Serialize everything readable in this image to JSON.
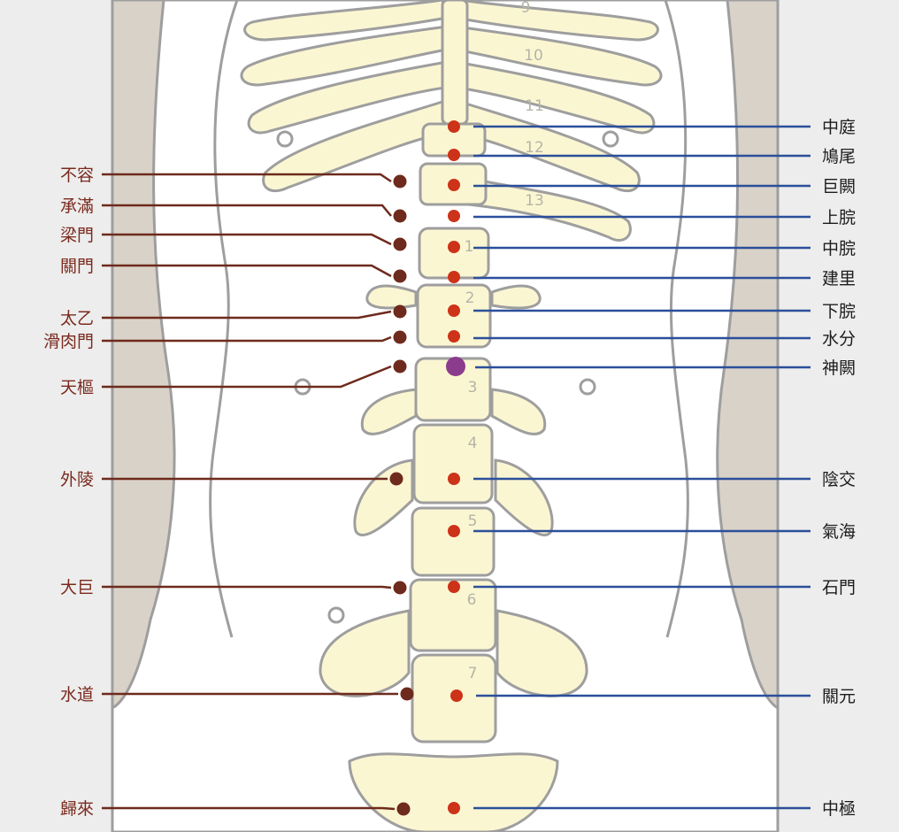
{
  "vertebra_numbers": [
    "9",
    "10",
    "11",
    "12",
    "13",
    "1",
    "2",
    "3",
    "4",
    "5",
    "6",
    "7"
  ],
  "left_points": [
    {
      "label": "不容"
    },
    {
      "label": "承滿"
    },
    {
      "label": "梁門"
    },
    {
      "label": "關門"
    },
    {
      "label": "太乙"
    },
    {
      "label": "滑肉門"
    },
    {
      "label": "天樞"
    },
    {
      "label": "外陵"
    },
    {
      "label": "大巨"
    },
    {
      "label": "水道"
    },
    {
      "label": "歸來"
    }
  ],
  "right_points": [
    {
      "label": "中庭"
    },
    {
      "label": "鳩尾"
    },
    {
      "label": "巨闕"
    },
    {
      "label": "上脘"
    },
    {
      "label": "中脘"
    },
    {
      "label": "建里"
    },
    {
      "label": "下脘"
    },
    {
      "label": "水分"
    },
    {
      "label": "神闕"
    },
    {
      "label": "陰交"
    },
    {
      "label": "氣海"
    },
    {
      "label": "石門"
    },
    {
      "label": "關元"
    },
    {
      "label": "中極"
    }
  ],
  "colors": {
    "background": "#ededed",
    "body_area": "#ffffff",
    "flank_shadow": "#d9d2c8",
    "bone_fill": "#fbf6d2",
    "outline": "#9e9e9e",
    "stomach_meridian": "#6e2a1c",
    "conception_vessel_line": "#2b4f9a",
    "conception_point": "#cc3318",
    "navel_point": "#8c3c8c"
  }
}
